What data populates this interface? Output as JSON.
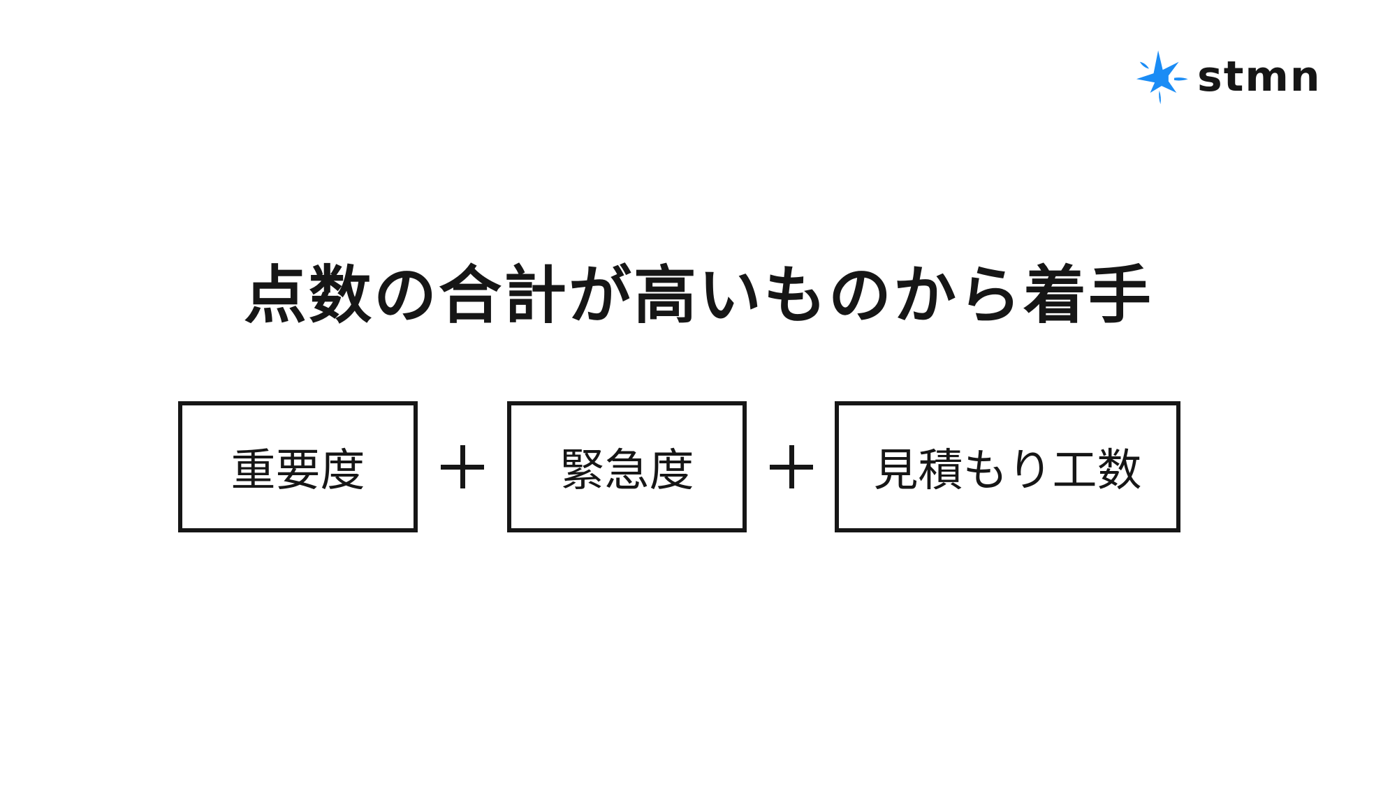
{
  "brand": {
    "name": "stmn",
    "icon": "star-burst-icon",
    "accent_color": "#1a8cf5"
  },
  "slide": {
    "title": "点数の合計が高いものから着手",
    "formula": {
      "terms": [
        {
          "label": "重要度"
        },
        {
          "label": "緊急度"
        },
        {
          "label": "見積もり工数"
        }
      ],
      "operators": [
        "+",
        "+"
      ]
    }
  }
}
